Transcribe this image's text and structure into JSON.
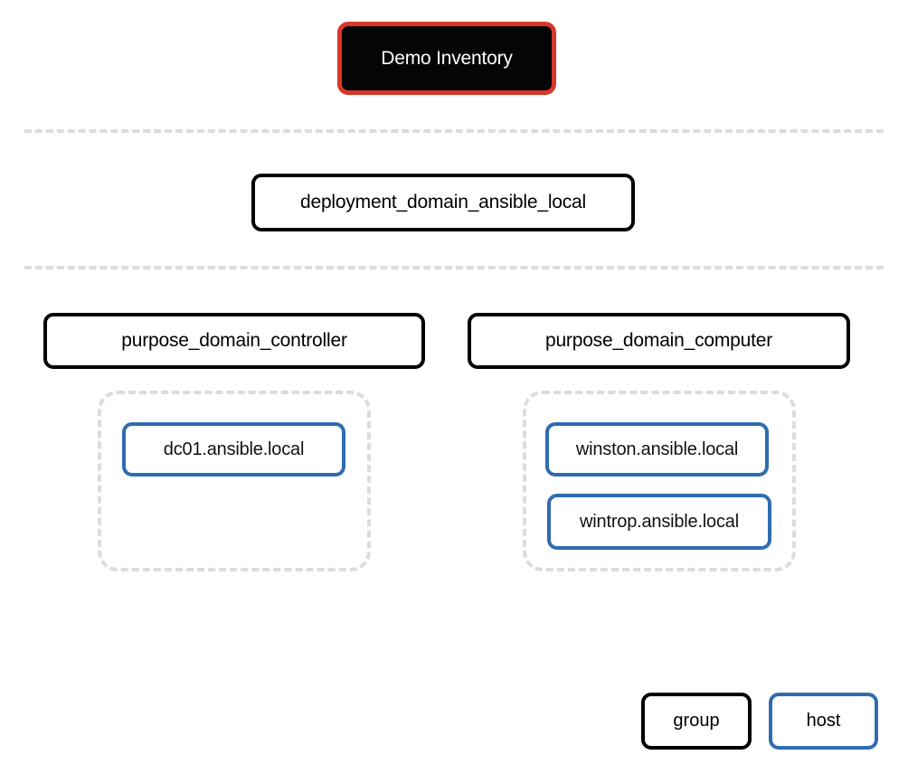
{
  "diagram": {
    "type": "inventory-hierarchy",
    "title": "Demo Inventory",
    "root": {
      "label": "Demo Inventory",
      "kind": "inventory",
      "fill": "#050505",
      "text_color": "#ffffff",
      "border_color": "#d9372a"
    },
    "tiers": [
      {
        "index": 1,
        "groups": [
          {
            "label": "deployment_domain_ansible_local",
            "kind": "group",
            "border_color": "#000000"
          }
        ]
      },
      {
        "index": 2,
        "groups": [
          {
            "label": "purpose_domain_controller",
            "kind": "group",
            "border_color": "#000000",
            "hosts": [
              {
                "label": "dc01.ansible.local",
                "kind": "host",
                "border_color": "#2f6cb0"
              }
            ]
          },
          {
            "label": "purpose_domain_computer",
            "kind": "group",
            "border_color": "#000000",
            "hosts": [
              {
                "label": "winston.ansible.local",
                "kind": "host",
                "border_color": "#2f6cb0"
              },
              {
                "label": "wintrop.ansible.local",
                "kind": "host",
                "border_color": "#2f6cb0"
              }
            ]
          }
        ]
      }
    ],
    "separators": [
      {
        "style": "dashed",
        "color": "#dcdcdc"
      },
      {
        "style": "dashed",
        "color": "#dcdcdc"
      }
    ],
    "legend": {
      "items": [
        {
          "label": "group",
          "border_color": "#000000"
        },
        {
          "label": "host",
          "border_color": "#2f6cb0"
        }
      ]
    }
  }
}
